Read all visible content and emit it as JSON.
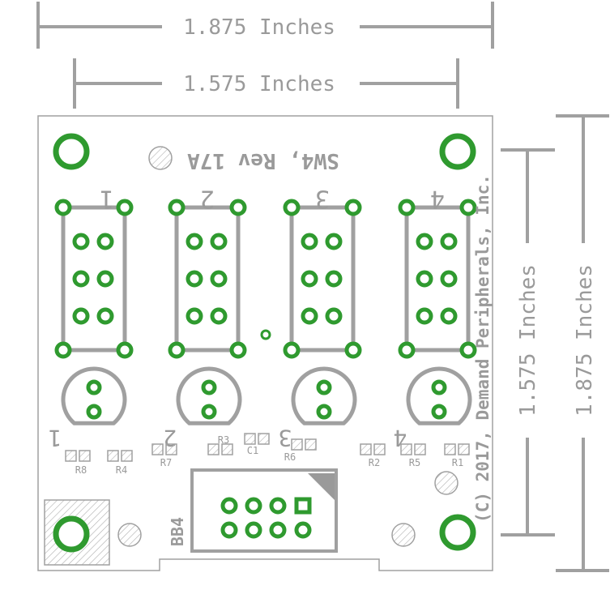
{
  "dimensions": {
    "top_outer": "1.875 Inches",
    "top_inner": "1.575 Inches",
    "right_inner": "1.575 Inches",
    "right_outer": "1.875 Inches"
  },
  "board": {
    "title": "SW4, Rev 17A",
    "side_text": "(C) 2017, Demand Peripherals, Inc.",
    "connector_label": "BB4"
  },
  "switch_labels": [
    "1",
    "2",
    "3",
    "4"
  ],
  "led_labels": [
    "1",
    "2",
    "3",
    "4"
  ],
  "component_labels": {
    "r8": "R8",
    "r4": "R4",
    "r7": "R7",
    "r3": "R3",
    "c1": "C1",
    "r6": "R6",
    "r2": "R2",
    "r5": "R5",
    "r1": "R1"
  },
  "colors": {
    "copper_pad": "#2f9a2f",
    "silkscreen": "#a0a0a0"
  }
}
